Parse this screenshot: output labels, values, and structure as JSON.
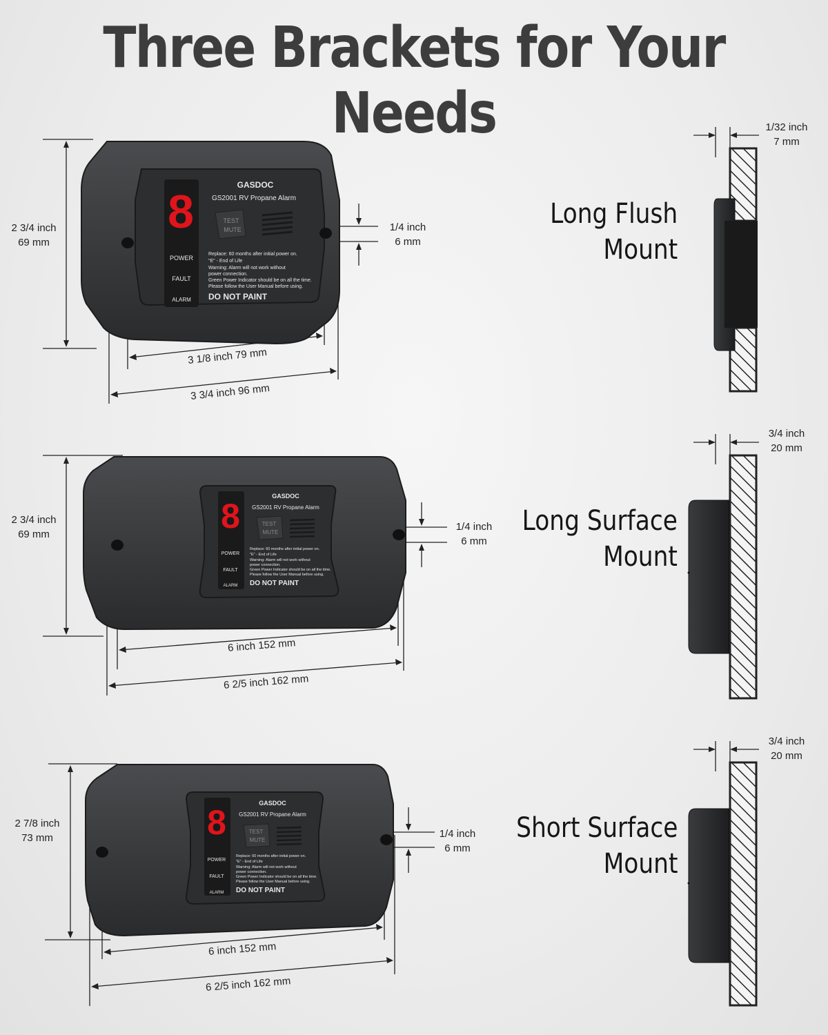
{
  "title": "Three Brackets for Your Needs",
  "device": {
    "brand": "GASDOC",
    "model": "GS2001 RV Propane Alarm",
    "digit": "8",
    "test_mute": [
      "TEST",
      "MUTE"
    ],
    "indicators": [
      "POWER",
      "FAULT",
      "ALARM"
    ],
    "notes": [
      "Replace: 60 months after initial power on.",
      "\"E\" - End of Life",
      "Warning: Alarm will not work without",
      "power connection.",
      "Green Power Indicator should be on all the time.",
      "Please follow the User Manual before using."
    ],
    "warning": "DO NOT PAINT"
  },
  "brackets": [
    {
      "name_line1": "Long Flush",
      "name_line2": "Mount",
      "height": [
        "2 3/4 inch",
        "69 mm"
      ],
      "hole": [
        "1/4 inch",
        "6 mm"
      ],
      "inner_width": "3 1/8 inch  79 mm",
      "outer_width": "3 3/4 inch  96 mm",
      "depth": [
        "1/32 inch",
        "7 mm"
      ]
    },
    {
      "name_line1": "Long Surface",
      "name_line2": "Mount",
      "height": [
        "2 3/4 inch",
        "69 mm"
      ],
      "hole": [
        "1/4 inch",
        "6 mm"
      ],
      "inner_width": "6 inch  152 mm",
      "outer_width": "6 2/5 inch  162 mm",
      "depth": [
        "3/4 inch",
        "20 mm"
      ]
    },
    {
      "name_line1": "Short Surface",
      "name_line2": "Mount",
      "height": [
        "2 7/8 inch",
        "73 mm"
      ],
      "hole": [
        "1/4 inch",
        "6 mm"
      ],
      "inner_width": "6 inch  152 mm",
      "outer_width": "6 2/5 inch  162 mm",
      "depth": [
        "3/4 inch",
        "20 mm"
      ]
    }
  ],
  "colors": {
    "housing": "#3a3b3d",
    "panel": "#2c2d2f",
    "digit": "#e0141b",
    "title": "#3d3d3d"
  }
}
